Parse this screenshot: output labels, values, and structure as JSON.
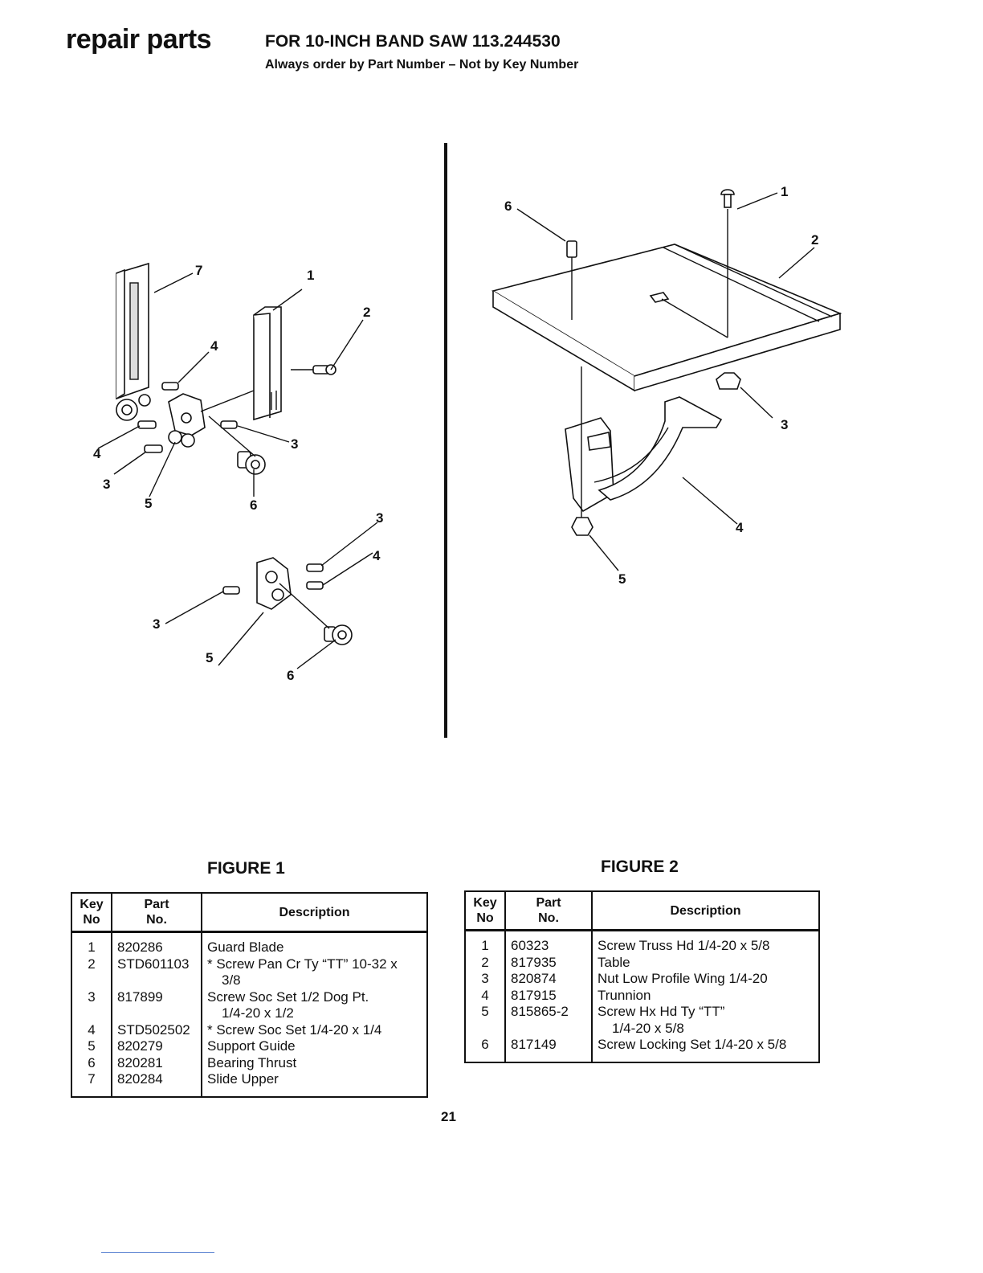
{
  "header": {
    "title": "repair parts",
    "subtitle": "FOR 10-INCH BAND SAW 113.244530",
    "note": "Always order by Part Number – Not by Key Number"
  },
  "figure1": {
    "caption": "FIGURE 1",
    "callouts": [
      "7",
      "1",
      "2",
      "4",
      "4",
      "3",
      "3",
      "5",
      "6",
      "3",
      "4",
      "3",
      "5",
      "6"
    ]
  },
  "figure2": {
    "caption": "FIGURE 2",
    "callouts": [
      "6",
      "1",
      "2",
      "3",
      "4",
      "5"
    ]
  },
  "table_headers": {
    "key_line1": "Key",
    "key_line2": "No",
    "part_line1": "Part",
    "part_line2": "No.",
    "description": "Description"
  },
  "table1": {
    "rows": [
      {
        "key": "1",
        "part": "820286",
        "desc": [
          "Guard Blade"
        ]
      },
      {
        "key": "2",
        "part": "STD601103",
        "desc": [
          "* Screw Pan Cr Ty “TT” 10-32 x",
          "3/8"
        ]
      },
      {
        "key": "3",
        "part": "817899",
        "desc": [
          "Screw Soc Set 1/2 Dog Pt.",
          "1/4-20 x 1/2"
        ]
      },
      {
        "key": "4",
        "part": "STD502502",
        "desc": [
          "* Screw Soc Set 1/4-20 x 1/4"
        ]
      },
      {
        "key": "5",
        "part": "820279",
        "desc": [
          "Support Guide"
        ]
      },
      {
        "key": "6",
        "part": "820281",
        "desc": [
          "Bearing Thrust"
        ]
      },
      {
        "key": "7",
        "part": "820284",
        "desc": [
          "Slide Upper"
        ]
      }
    ]
  },
  "table2": {
    "rows": [
      {
        "key": "1",
        "part": "60323",
        "desc": [
          "Screw Truss Hd 1/4-20 x 5/8"
        ]
      },
      {
        "key": "2",
        "part": "817935",
        "desc": [
          "Table"
        ]
      },
      {
        "key": "3",
        "part": "820874",
        "desc": [
          "Nut Low Profile Wing 1/4-20"
        ]
      },
      {
        "key": "4",
        "part": "817915",
        "desc": [
          "Trunnion"
        ]
      },
      {
        "key": "5",
        "part": "815865-2",
        "desc": [
          "Screw Hx Hd Ty “TT”",
          "1/4-20 x 5/8"
        ]
      },
      {
        "key": "6",
        "part": "817149",
        "desc": [
          "Screw Locking Set 1/4-20 x 5/8"
        ]
      }
    ]
  },
  "page_number": "21"
}
